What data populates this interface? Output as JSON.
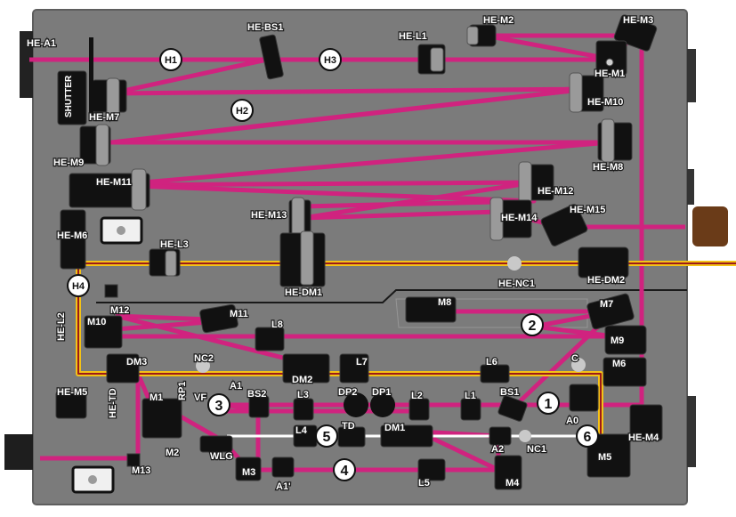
{
  "colors": {
    "board": "#7b7b7b",
    "board_edge": "#5e5e5e",
    "beam_main": "#d0237f",
    "beam_laser_outer": "#f4c316",
    "beam_laser_inner": "#9c1a1a",
    "beam_white": "#ffffff",
    "mount": "#111111",
    "circle_fill": "#ffffff"
  },
  "labels": {
    "he_a1": "HE-A1",
    "he_bs1": "HE-BS1",
    "he_l1": "HE-L1",
    "he_m2": "HE-M2",
    "he_m3": "HE-M3",
    "he_m1": "HE-M1",
    "he_m10": "HE-M10",
    "he_m7": "HE-M7",
    "he_m9": "HE-M9",
    "he_m8": "HE-M8",
    "he_m11": "HE-M11",
    "he_m12": "HE-M12",
    "he_m13": "HE-M13",
    "he_m14": "HE-M14",
    "he_m15": "HE-M15",
    "he_m6": "HE-M6",
    "he_l3": "HE-L3",
    "he_dm1": "HE-DM1",
    "he_dm2": "HE-DM2",
    "he_nc1": "HE-NC1",
    "he_l2": "HE-L2",
    "he_m5": "HE-M5",
    "he_td": "HE-TD",
    "he_m4": "HE-M4",
    "shutter": "SHUTTER",
    "m12": "M12",
    "m11": "M11",
    "m10": "M10",
    "l8": "L8",
    "m8": "M8",
    "m7": "M7",
    "m9": "M9",
    "m6": "M6",
    "dm3": "DM3",
    "nc2": "NC2",
    "dm2": "DM2",
    "l7": "L7",
    "l6": "L6",
    "c": "C",
    "rp1": "RP1",
    "vf": "VF",
    "a1": "A1",
    "bs2": "BS2",
    "l3": "L3",
    "dp2": "DP2",
    "dp1": "DP1",
    "l2": "L2",
    "l1": "L1",
    "bs1": "BS1",
    "a0": "A0",
    "m1": "M1",
    "l4": "L4",
    "td": "TD",
    "dm1": "DM1",
    "a2": "A2",
    "nc1": "NC1",
    "m5": "M5",
    "m2": "M2",
    "wlg": "WLG",
    "m3": "M3",
    "a1_prime": "A1'",
    "l5": "L5",
    "m4": "M4",
    "m13": "M13"
  },
  "markers": {
    "h1": "H1",
    "h2": "H2",
    "h3": "H3",
    "h4": "H4",
    "n1": "1",
    "n2": "2",
    "n3": "3",
    "n4": "4",
    "n5": "5",
    "n6": "6"
  }
}
